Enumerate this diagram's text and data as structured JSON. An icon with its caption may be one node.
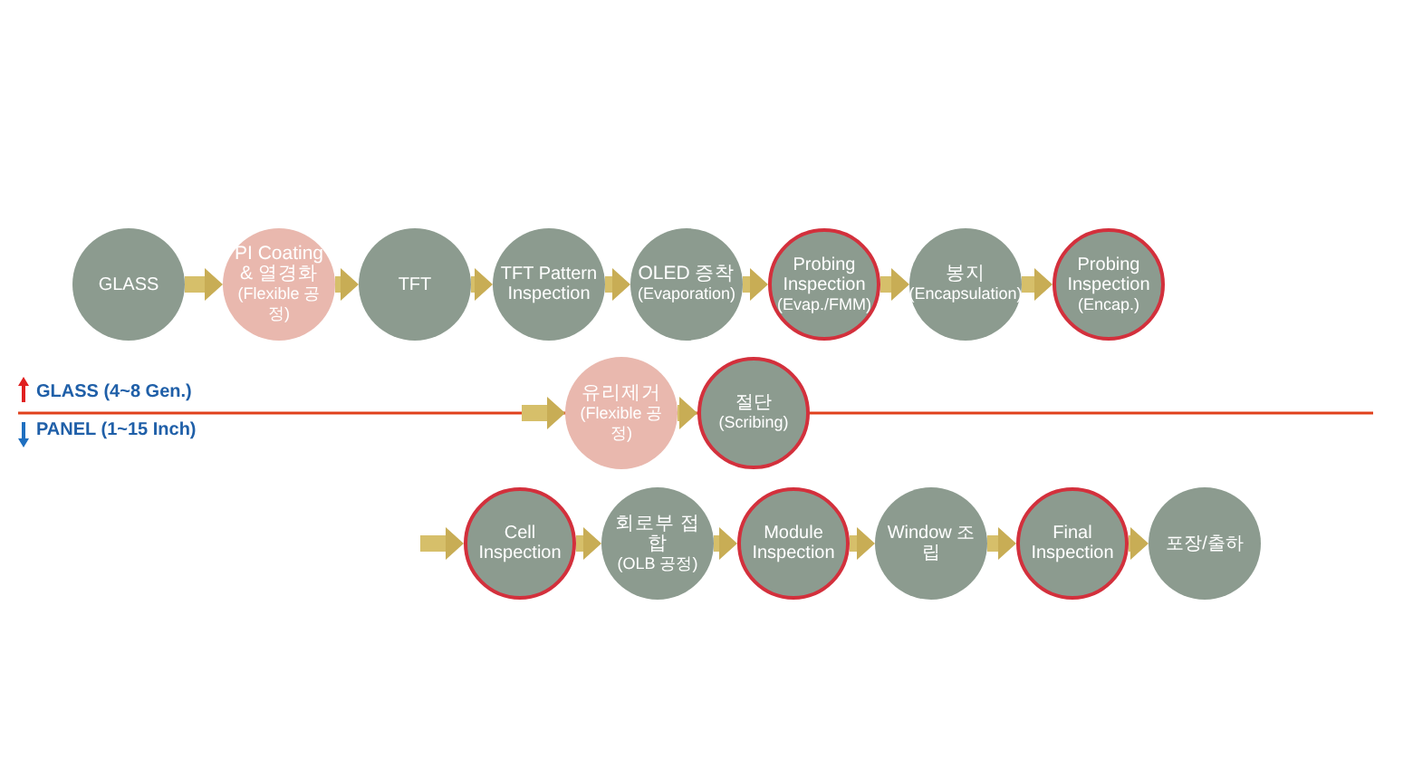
{
  "diagram": {
    "nodes": [
      {
        "text": [
          "GLASS"
        ]
      },
      {
        "text": [
          "PI Coating & 열경화",
          "(Flexible 공정)"
        ]
      },
      {
        "text": [
          "TFT"
        ]
      },
      {
        "text": [
          "TFT Pattern Inspection"
        ]
      },
      {
        "text": [
          "OLED 증착",
          "(Evaporation)"
        ]
      },
      {
        "text": [
          "Probing Inspection",
          "(Evap./FMM)"
        ]
      },
      {
        "text": [
          "봉지",
          "(Encapsulation)"
        ]
      },
      {
        "text": [
          "Probing Inspection",
          "(Encap.)"
        ]
      },
      {
        "text": [
          "유리제거",
          "(Flexible 공정)"
        ]
      },
      {
        "text": [
          "절단",
          "(Scribing)"
        ]
      },
      {
        "text": [
          "Cell Inspection"
        ]
      },
      {
        "text": [
          "회로부 접합",
          "(OLB 공정)"
        ]
      },
      {
        "text": [
          "Module Inspection"
        ]
      },
      {
        "text": [
          "Window 조립"
        ]
      },
      {
        "text": [
          "Final Inspection"
        ]
      },
      {
        "text": [
          "포장/출하"
        ]
      }
    ],
    "edges": [
      {
        "from": 0,
        "to": 1,
        "arrow": "to"
      },
      {
        "from": 1,
        "to": 2,
        "arrow": "to"
      },
      {
        "from": 2,
        "to": 3,
        "arrow": "to"
      },
      {
        "from": 3,
        "to": 4,
        "arrow": "to"
      },
      {
        "from": 4,
        "to": 5,
        "arrow": "to"
      },
      {
        "from": 5,
        "to": 6,
        "arrow": "to"
      },
      {
        "from": 6,
        "to": 7,
        "arrow": "to"
      },
      {
        "from": null,
        "to": 8,
        "arrow": "to"
      },
      {
        "from": 8,
        "to": 9,
        "arrow": "to"
      },
      {
        "from": null,
        "to": 10,
        "arrow": "to"
      },
      {
        "from": 10,
        "to": 11,
        "arrow": "to"
      },
      {
        "from": 11,
        "to": 12,
        "arrow": "to"
      },
      {
        "from": 12,
        "to": 13,
        "arrow": "to"
      },
      {
        "from": 13,
        "to": 14,
        "arrow": "to"
      },
      {
        "from": 14,
        "to": 15,
        "arrow": "to"
      }
    ],
    "labels": [
      "GLASS (4~8 Gen.)",
      "PANEL (1~15 Inch)"
    ]
  }
}
